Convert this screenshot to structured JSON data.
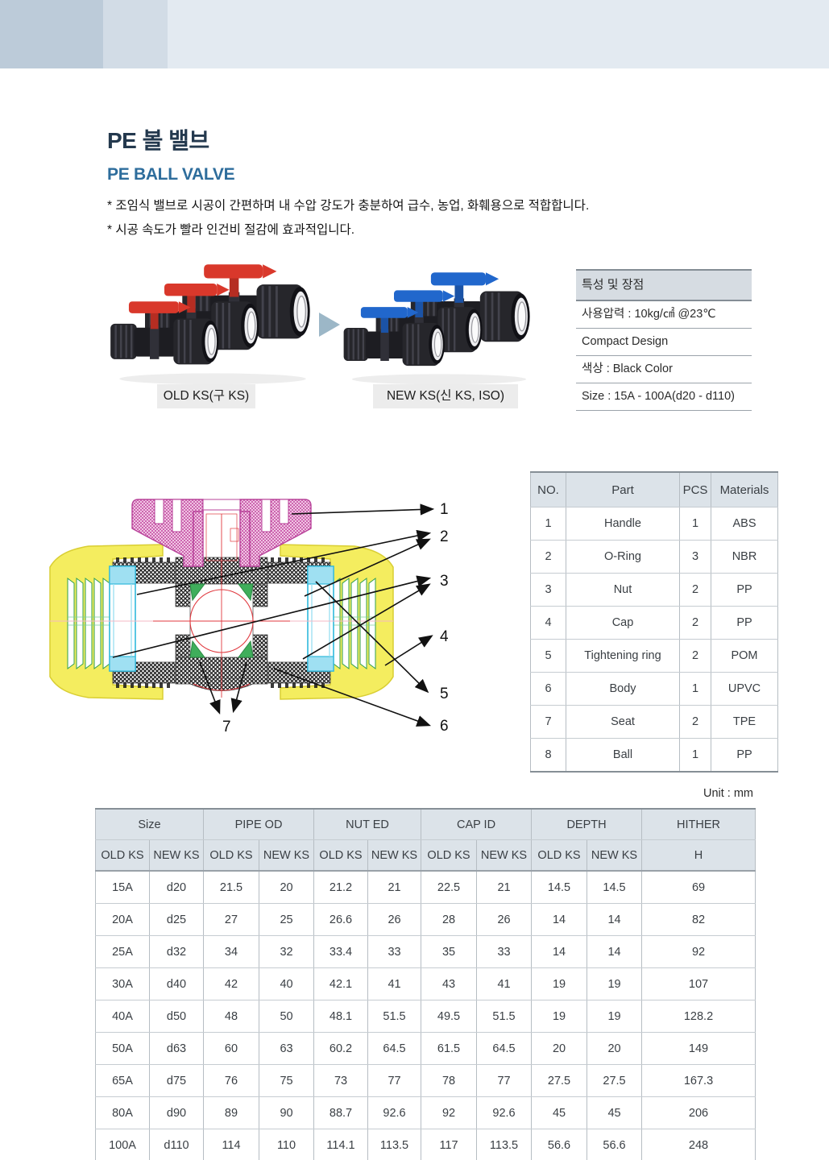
{
  "title": {
    "kr": "PE 볼 밸브",
    "en": "PE BALL VALVE"
  },
  "intro": {
    "bullets": [
      "* 조임식 밸브로 시공이 간편하며 내 수압 강도가 충분하여 급수, 농업, 화훼용으로 적합합니다.",
      "* 시공 속도가 빨라 인건비 절감에 효과적입니다."
    ]
  },
  "products": {
    "old_label": "OLD KS(구 KS)",
    "new_label": "NEW KS(신 KS, ISO)",
    "old_handle_color": "#d9382b",
    "new_handle_color": "#2167cc",
    "arrow_color": "#9cb7c7"
  },
  "features": {
    "title": "특성 및 장점",
    "rows": [
      "사용압력 : 10kg/㎠ @23℃",
      "Compact Design",
      "색상 : Black Color",
      "Size : 15A - 100A(d20 - d110)"
    ]
  },
  "diagram": {
    "callouts": [
      "1",
      "2",
      "3",
      "4",
      "5",
      "6",
      "7"
    ],
    "colors": {
      "handle": "#c2459f",
      "cap": "#f4ed5f",
      "ring": "#2fb9dc",
      "seat": "#3fae5b",
      "ball_line": "#e0393f"
    }
  },
  "parts_table": {
    "headers": [
      "NO.",
      "Part",
      "PCS",
      "Materials"
    ],
    "rows": [
      [
        "1",
        "Handle",
        "1",
        "ABS"
      ],
      [
        "2",
        "O-Ring",
        "3",
        "NBR"
      ],
      [
        "3",
        "Nut",
        "2",
        "PP"
      ],
      [
        "4",
        "Cap",
        "2",
        "PP"
      ],
      [
        "5",
        "Tightening ring",
        "2",
        "POM"
      ],
      [
        "6",
        "Body",
        "1",
        "UPVC"
      ],
      [
        "7",
        "Seat",
        "2",
        "TPE"
      ],
      [
        "8",
        "Ball",
        "1",
        "PP"
      ]
    ]
  },
  "dim_table": {
    "unit": "Unit : mm",
    "groups": [
      "Size",
      "PIPE OD",
      "NUT ED",
      "CAP ID",
      "DEPTH",
      "HITHER"
    ],
    "sub": [
      "OLD KS",
      "NEW KS",
      "OLD KS",
      "NEW KS",
      "OLD KS",
      "NEW KS",
      "OLD KS",
      "NEW KS",
      "OLD KS",
      "NEW KS",
      "H"
    ],
    "rows": [
      [
        "15A",
        "d20",
        "21.5",
        "20",
        "21.2",
        "21",
        "22.5",
        "21",
        "14.5",
        "14.5",
        "69"
      ],
      [
        "20A",
        "d25",
        "27",
        "25",
        "26.6",
        "26",
        "28",
        "26",
        "14",
        "14",
        "82"
      ],
      [
        "25A",
        "d32",
        "34",
        "32",
        "33.4",
        "33",
        "35",
        "33",
        "14",
        "14",
        "92"
      ],
      [
        "30A",
        "d40",
        "42",
        "40",
        "42.1",
        "41",
        "43",
        "41",
        "19",
        "19",
        "107"
      ],
      [
        "40A",
        "d50",
        "48",
        "50",
        "48.1",
        "51.5",
        "49.5",
        "51.5",
        "19",
        "19",
        "128.2"
      ],
      [
        "50A",
        "d63",
        "60",
        "63",
        "60.2",
        "64.5",
        "61.5",
        "64.5",
        "20",
        "20",
        "149"
      ],
      [
        "65A",
        "d75",
        "76",
        "75",
        "73",
        "77",
        "78",
        "77",
        "27.5",
        "27.5",
        "167.3"
      ],
      [
        "80A",
        "d90",
        "89",
        "90",
        "88.7",
        "92.6",
        "92",
        "92.6",
        "45",
        "45",
        "206"
      ],
      [
        "100A",
        "d110",
        "114",
        "110",
        "114.1",
        "113.5",
        "117",
        "113.5",
        "56.6",
        "56.6",
        "248"
      ]
    ]
  }
}
